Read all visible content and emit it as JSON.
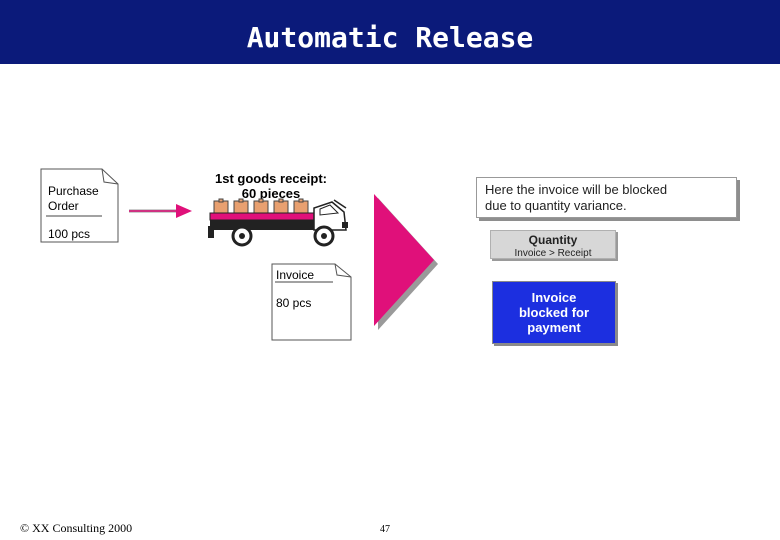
{
  "slide": {
    "title": "Automatic Release",
    "footer": "© XX Consulting 2000",
    "page_number": "47"
  },
  "purchase_order": {
    "line1": "Purchase",
    "line2": "Order",
    "quantity": "100 pcs"
  },
  "goods_receipt": {
    "line1": "1st goods receipt:",
    "line2": "60 pieces"
  },
  "invoice_doc": {
    "title": "Invoice",
    "quantity": "80 pcs"
  },
  "callout": {
    "line1": "Here the invoice will be blocked",
    "line2": "due to quantity variance."
  },
  "quantity_check": {
    "title": "Quantity",
    "condition": "Invoice > Receipt"
  },
  "blocked": {
    "line1": "Invoice",
    "line2": "blocked for",
    "line3": "payment"
  },
  "colors": {
    "title_bar": "#0b1a7a",
    "arrow": "#e0107a",
    "blocked_box": "#1c2fe0"
  }
}
